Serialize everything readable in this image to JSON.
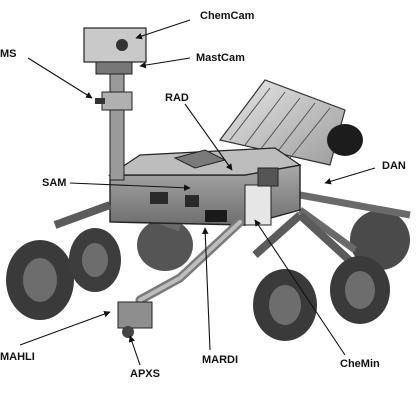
{
  "labels": {
    "chemcam": "ChemCam",
    "mastcam": "MastCam",
    "rems": "MS",
    "rad": "RAD",
    "sam": "SAM",
    "dan": "DAN",
    "mahli": "MAHLI",
    "apxs": "APXS",
    "mardi": "MARDI",
    "chemin": "CheMin"
  },
  "colors": {
    "background": "#ffffff",
    "body": "#8a8a8a",
    "wheel": "#3a3a3a",
    "line": "#111111"
  }
}
